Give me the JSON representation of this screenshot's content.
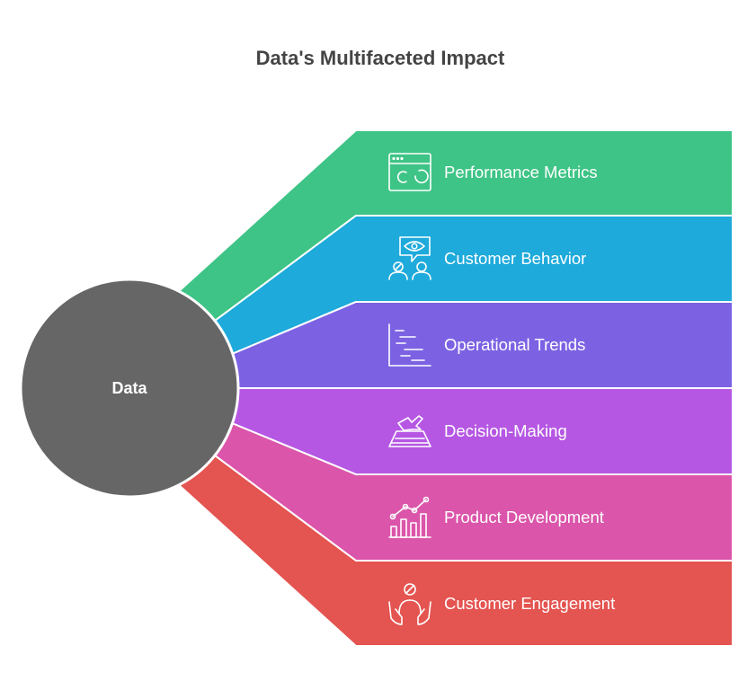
{
  "title": "Data's Multifaceted Impact",
  "hub": {
    "label": "Data",
    "color": "#666666"
  },
  "branches": [
    {
      "label": "Performance Metrics",
      "icon": "dashboard-window-icon",
      "color": "#3EC486"
    },
    {
      "label": "Customer Behavior",
      "icon": "people-eye-icon",
      "color": "#1EAADB"
    },
    {
      "label": "Operational Trends",
      "icon": "timeline-chart-icon",
      "color": "#7C62E3"
    },
    {
      "label": "Decision-Making",
      "icon": "departure-board-icon",
      "color": "#B557E3"
    },
    {
      "label": "Product Development",
      "icon": "growth-chart-icon",
      "color": "#DB55AA"
    },
    {
      "label": "Customer Engagement",
      "icon": "hands-person-icon",
      "color": "#E45450"
    }
  ]
}
